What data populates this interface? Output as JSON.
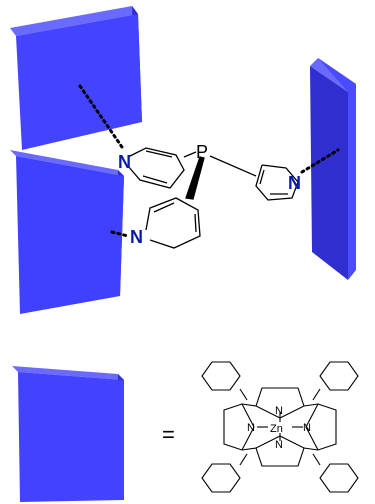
{
  "labels": {
    "phosphorus": "P",
    "nitrogen_top": "N",
    "nitrogen_right": "N",
    "nitrogen_bottom": "N",
    "equals": "=",
    "zinc": "Zn",
    "porphyrin_n_top": "N",
    "porphyrin_n_left": "N",
    "porphyrin_n_right": "N",
    "porphyrin_n_bottom": "N"
  },
  "colors": {
    "panel_front": "#4040ff",
    "panel_side": "#3434dd",
    "panel_top": "#6060ff",
    "nitrogen": "#0a1aa8",
    "bond": "#000000"
  }
}
